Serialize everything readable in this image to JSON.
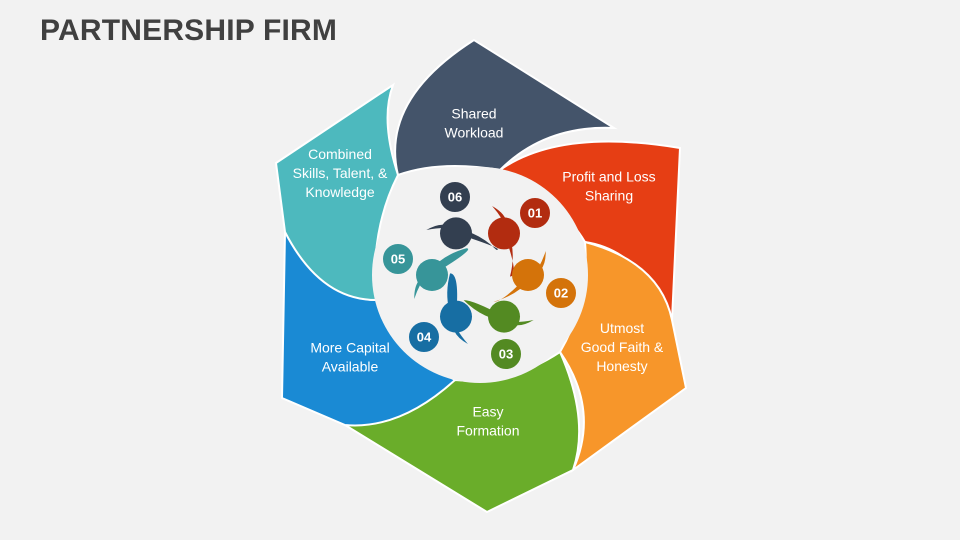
{
  "title": "PARTNERSHIP FIRM",
  "segments": [
    {
      "number": "01",
      "lines": [
        "Profit and Loss",
        "Sharing"
      ],
      "color": "#e63e14",
      "dark": "#b22c10"
    },
    {
      "number": "02",
      "lines": [
        "Utmost",
        "Good Faith &",
        "Honesty"
      ],
      "color": "#f7962a",
      "dark": "#d4730a"
    },
    {
      "number": "03",
      "lines": [
        "Easy",
        "Formation"
      ],
      "color": "#6aad2a",
      "dark": "#538a22"
    },
    {
      "number": "04",
      "lines": [
        "More Capital",
        "Available"
      ],
      "color": "#1a8ad4",
      "dark": "#176ea3"
    },
    {
      "number": "05",
      "lines": [
        "Combined",
        "Skills, Talent, &",
        "Knowledge"
      ],
      "color": "#4db9be",
      "dark": "#379599"
    },
    {
      "number": "06",
      "lines": [
        "Shared",
        "Workload"
      ],
      "color": "#44546a",
      "dark": "#333f50"
    }
  ]
}
